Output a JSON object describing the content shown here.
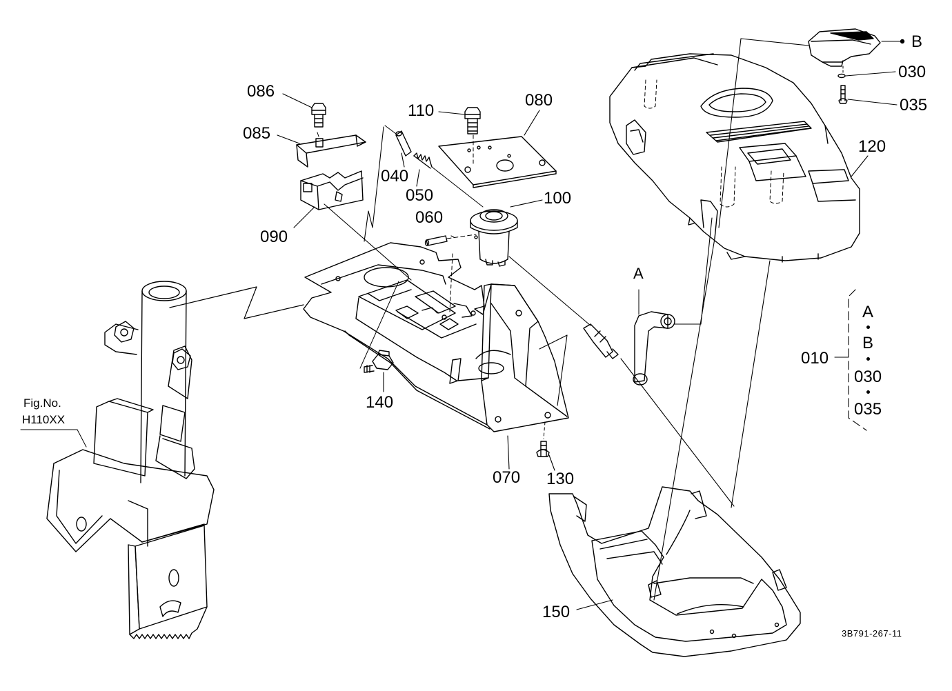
{
  "figure_ref": {
    "line1": "Fig.No.",
    "line2": "H110XX"
  },
  "document_code": "3B791-267-11",
  "callouts": {
    "p010": "010",
    "p030": "030",
    "p035": "035",
    "p040": "040",
    "p050": "050",
    "p060": "060",
    "p070": "070",
    "p080": "080",
    "p085": "085",
    "p086": "086",
    "p090": "090",
    "p100": "100",
    "p110": "110",
    "p120": "120",
    "p130": "130",
    "p140": "140",
    "p150": "150",
    "ref_a": "A",
    "ref_b": "B"
  },
  "kit": {
    "items": [
      "A",
      "B",
      "030",
      "035"
    ]
  }
}
